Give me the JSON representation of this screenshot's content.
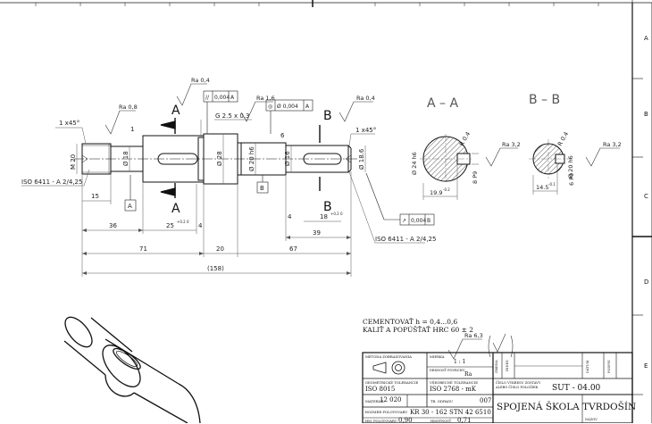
{
  "drawing": {
    "dims": {
      "chamfer_left": "1 x45°",
      "chamfer_right": "1 x45°",
      "thread": "M 20",
      "dia18": "Ø 18",
      "dia28": "Ø 28",
      "dia20": "Ø 20 h6",
      "dia16": "Ø 16",
      "dia186": "Ø 18.6",
      "groove": "G 2.5 x 0.3",
      "len15": "15",
      "len36": "36",
      "len25": "25",
      "len25tol": "+0.2 0",
      "len4a": "4",
      "len4b": "4",
      "len18": "18",
      "len18tol": "+0.2 0",
      "len39": "39",
      "len71": "71",
      "len20": "20",
      "len67": "67",
      "overall": "(158)",
      "one": "1",
      "six": "6"
    },
    "roughness": {
      "r1": "Ra 0,8",
      "r2": "Ra 0,4",
      "r3": "Ra 1,6",
      "r4": "Ra 0,4",
      "r5": "Ra 3,2",
      "r6": "Ra 3,2",
      "general": "Ra 6,3"
    },
    "tolerance": {
      "t1_sym": "//",
      "t1_val": "0,004",
      "t1_ref": "A",
      "t2_sym": "◎",
      "t2_val": "Ø 0,004",
      "t2_ref": "A",
      "t3_sym": "↗",
      "t3_val": "0,004",
      "t3_ref": "B"
    },
    "datums": {
      "a": "A",
      "b": "B"
    },
    "sections": {
      "cut_a": "A",
      "cut_b": "B",
      "title_aa": "A – A",
      "title_bb": "B – B",
      "aa_dia": "Ø 24 h6",
      "aa_w": "19.9",
      "aa_w_tol": "-0.2",
      "aa_key": "8 P9",
      "aa_r": "R 0.4",
      "bb_dia": "Ø 20 h6",
      "bb_w": "14.5",
      "bb_w_tol": "-0.1",
      "bb_key": "6 P9",
      "bb_r": "R 0.4"
    },
    "iso_left": "ISO 6411 - A 2/4,25",
    "iso_right": "ISO 6411 - A 2/4,25"
  },
  "notes": {
    "line1": "CEMENTOVAŤ h = 0,4...0,6",
    "line2": "KALIŤ A POPÚŠŤAŤ HRC 60 ± 2"
  },
  "title_block": {
    "method_label": "METÓDA ZOBRAZOVANIA",
    "scale_label": "MIERKA",
    "scale": "1 : 1",
    "surface_label": "DRSNOSŤ POVRCHU",
    "surface_value": "Ra",
    "geo_label": "GEOMETRICKÉ TOLERANCIE",
    "geo_value": "ISO 8015",
    "gen_label": "VŠEOBECNÉ TOLERANCIE",
    "gen_value": "ISO 2768 - mK",
    "material_label": "MATERIÁL",
    "material": "12 020",
    "class_label": "TR. ODPADU",
    "class_value": "007",
    "size_label": "ROZMER POLOTOVARU",
    "size_value": "KR 30 - 162 STN 42 6510",
    "mass_label": "HM. POLOTOVARU",
    "mass_value": "0,90",
    "mass2_label": "HMOTNOSŤ",
    "mass2_value": "0,71",
    "change_label": "ZMENA",
    "index_label": "INDEX",
    "date_label": "DÁTUM",
    "sign_label": "PODPIS",
    "drawing_no_label": "ČÍSLO VÝKRESU ZOSTAVY ALEBO ČÍSLO POLOŽIEK",
    "drawing_no": "SUT - 04.00",
    "school": "SPOJENÁ ŠKOLA TVRDOŠÍN",
    "name_label": "NÁZOV"
  },
  "frame": {
    "zones": [
      "A",
      "B",
      "C",
      "D",
      "E"
    ]
  }
}
